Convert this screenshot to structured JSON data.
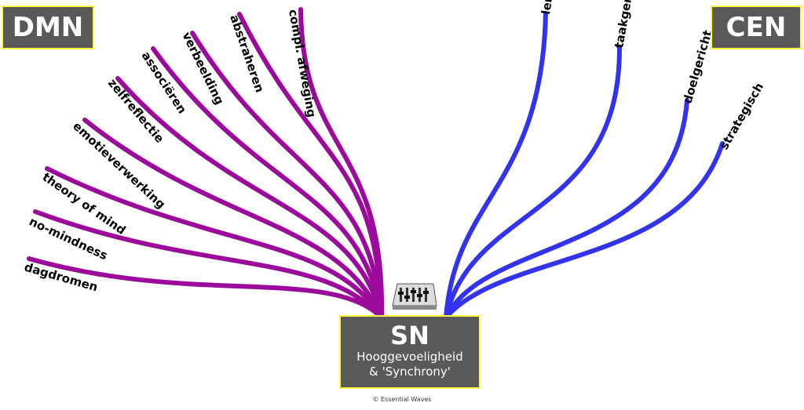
{
  "boxes": {
    "dmn": "DMN",
    "cen": "CEN",
    "sn_title": "SN",
    "sn_line1": "Hooggevoeligheid",
    "sn_line2": "& 'Synchrony'"
  },
  "dmn_branches": [
    "dagdromen",
    "no-mindness",
    "theory of mind",
    "emotieverwerking",
    "zelfreflectie",
    "associëren",
    "verbeelding",
    "abstraheren",
    "compl. afweging"
  ],
  "cen_branches": [
    "lerend",
    "taakgericht",
    "doelgericht",
    "strategisch"
  ],
  "colors": {
    "dmn_line": "#9b0a9b",
    "cen_line": "#3333ee",
    "box_fill": "#595959",
    "box_border": "#ffff3c"
  },
  "icon": "mixing-console-icon",
  "copyright": "© Essential Waves"
}
